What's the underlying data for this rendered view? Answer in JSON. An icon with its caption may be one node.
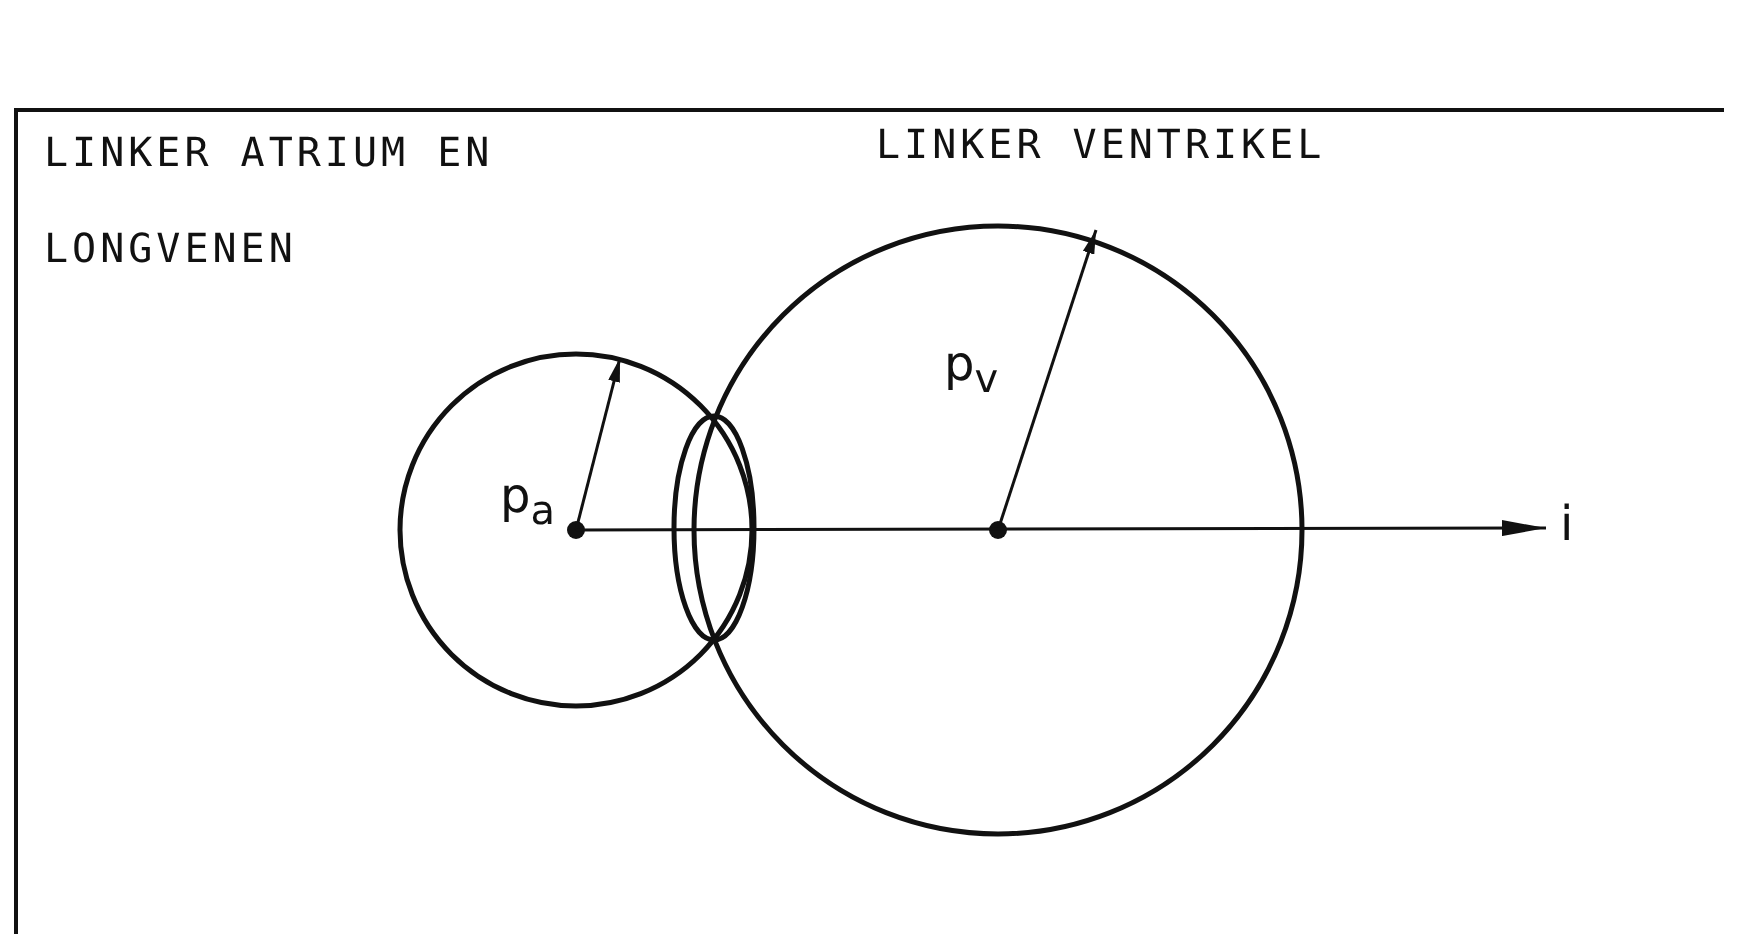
{
  "diagram": {
    "labels": [
      "LINKER ATRIUM EN LONGVENEN",
      "LINKER VENTRIKEL",
      "p$_{a}$",
      "p$_{v}$",
      "i"
    ]
  }
}
